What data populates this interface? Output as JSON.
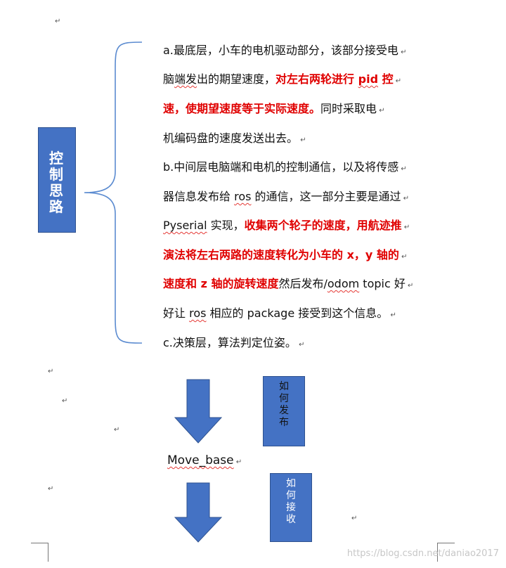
{
  "paragraph_mark": "↵",
  "side_label": {
    "text": "控制思路",
    "mark": "↵"
  },
  "lines": [
    [
      {
        "t": "a.最底层，小车的电机驱动部分，该部分接受电"
      },
      {
        "t": " ↵",
        "m": 1
      }
    ],
    [
      {
        "t": "脑"
      },
      {
        "t": "端发",
        "sq": 1
      },
      {
        "t": "出的期望速度，"
      },
      {
        "t": "对左右两轮进行 ",
        "r": 1
      },
      {
        "t": "pid",
        "r": 1,
        "sq": 1
      },
      {
        "t": " 控",
        "r": 1
      },
      {
        "t": " ↵",
        "m": 1
      }
    ],
    [
      {
        "t": "速，使期望速度等于实际速度。",
        "r": 1
      },
      {
        "t": "同时采取电"
      },
      {
        "t": " ↵",
        "m": 1
      }
    ],
    [
      {
        "t": "机编码盘的速度发送出去。"
      },
      {
        "t": " ↵",
        "m": 1
      }
    ],
    [
      {
        "t": "b.中间层电脑端和电机的控制通信，以及将传感"
      },
      {
        "t": " ↵",
        "m": 1
      }
    ],
    [
      {
        "t": "器信息发布给 "
      },
      {
        "t": "ros",
        "sq": 1
      },
      {
        "t": " 的通信，这一部分主要是通过"
      },
      {
        "t": " ↵",
        "m": 1
      }
    ],
    [
      {
        "t": "Pyserial",
        "sq": 1
      },
      {
        "t": " 实现，"
      },
      {
        "t": "收集两个轮子的速度，用航迹推",
        "r": 1
      },
      {
        "t": " ↵",
        "m": 1
      }
    ],
    [
      {
        "t": " 演法将左右两路的速度转化为小车的 x，y 轴的",
        "r": 1
      },
      {
        "t": "  ↵",
        "m": 1
      }
    ],
    [
      {
        "t": "速度和 z 轴的旋转速度",
        "r": 1
      },
      {
        "t": "然后发布/"
      },
      {
        "t": "odom",
        "sq": 1
      },
      {
        "t": " topic 好"
      },
      {
        "t": " ↵",
        "m": 1
      }
    ],
    [
      {
        "t": "好让 "
      },
      {
        "t": "ros",
        "sq": 1
      },
      {
        "t": " 相应的 package 接受到这个信息。"
      },
      {
        "t": " ↵",
        "m": 1
      }
    ],
    [
      {
        "t": "c.决策层，算法判定位姿。"
      },
      {
        "t": " ↵",
        "m": 1
      }
    ]
  ],
  "box_publish": {
    "text": "如何发布",
    "mark": "↵"
  },
  "box_receive": {
    "text": "如何接收",
    "mark": "↵"
  },
  "move_base": {
    "text": "Move_base",
    "mark": "↵"
  },
  "watermark": "https://blog.csdn.net/daniao2017",
  "colors": {
    "box_blue": "#4472c4",
    "highlight_red": "#e00000",
    "spell_squiggle": "#e53935"
  }
}
